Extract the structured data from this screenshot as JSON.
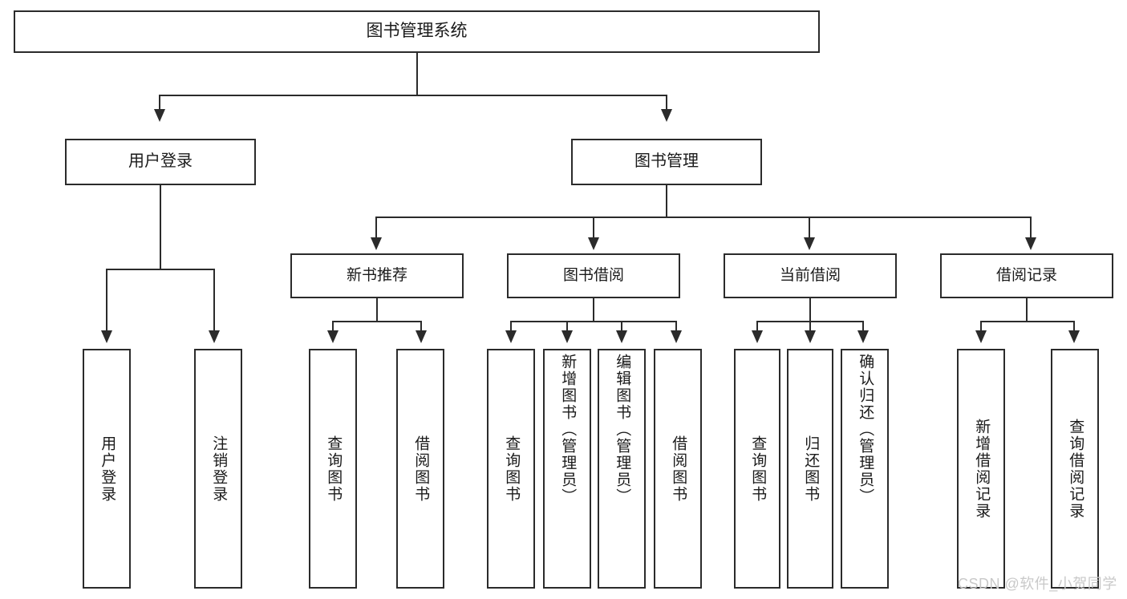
{
  "diagram": {
    "title_node": "图书管理系统",
    "watermark": "CSDN @软件_小贺同学",
    "line_color": "#2b2b2b",
    "box_fill": "#ffffff",
    "text_color": "#1a1a1a",
    "watermark_color": "#c9c9c9"
  },
  "nodes": {
    "root": "图书管理系统",
    "level1": [
      "用户登录",
      "图书管理"
    ],
    "level2": [
      "新书推荐",
      "图书借阅",
      "当前借阅",
      "借阅记录"
    ],
    "leaves": {
      "user_login": [
        "用户登录",
        "注销登录"
      ],
      "new_book": [
        "查询图书",
        "借阅图书"
      ],
      "book_borrow": [
        "查询图书",
        "新增图书（管理员）",
        "编辑图书（管理员）",
        "借阅图书"
      ],
      "current_borrow": [
        "查询图书",
        "归还图书",
        "确认归还（管理员）"
      ],
      "borrow_record": [
        "新增借阅记录",
        "查询借阅记录"
      ]
    }
  }
}
